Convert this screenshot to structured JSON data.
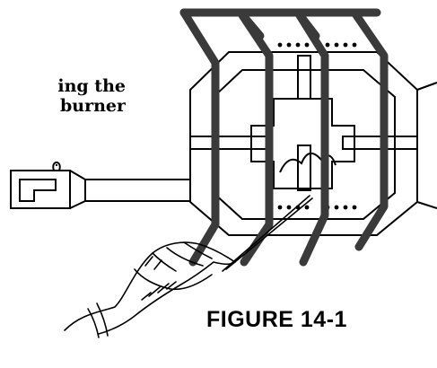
{
  "caption": {
    "line1": "ing the",
    "line2": "burner"
  },
  "figure_label": "FIGURE 14-1",
  "colors": {
    "ink": "#000000",
    "grate": "#3a3a3a",
    "background": "#ffffff"
  },
  "icons": {
    "hand": "hand-holding-tool-icon",
    "burner": "burner-icon",
    "grate": "grate-icon"
  }
}
